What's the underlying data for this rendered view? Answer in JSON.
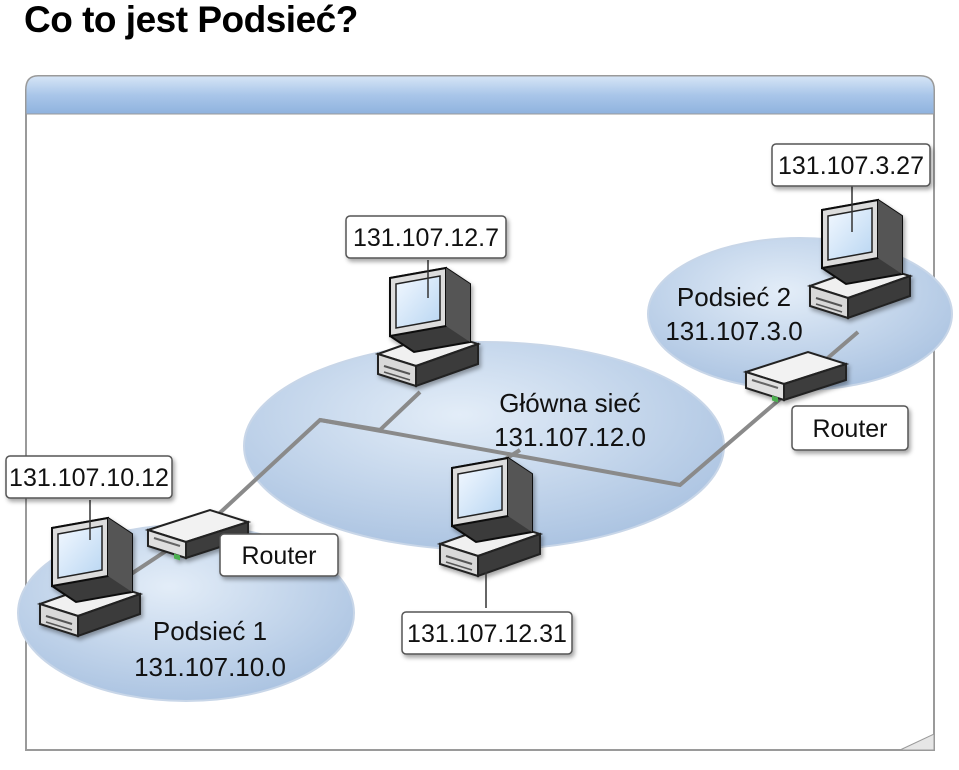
{
  "title": "Co to jest Podsieć?",
  "colors": {
    "panel_bar": "#a9c6e9",
    "network_ellipse": "#b9cfe8",
    "cable": "#8a8a8a",
    "label_border": "#555555"
  },
  "networks": {
    "main": {
      "name": "Główna sieć",
      "address": "131.107.12.0"
    },
    "subnet1": {
      "name": "Podsieć 1",
      "address": "131.107.10.0"
    },
    "subnet2": {
      "name": "Podsieć 2",
      "address": "131.107.3.0"
    }
  },
  "hosts": {
    "main_top": "131.107.12.7",
    "main_bottom": "131.107.12.31",
    "subnet1": "131.107.10.12",
    "subnet2": "131.107.3.27"
  },
  "routers": {
    "left": "Router",
    "right": "Router"
  },
  "icons": [
    "computer-icon",
    "router-icon"
  ]
}
